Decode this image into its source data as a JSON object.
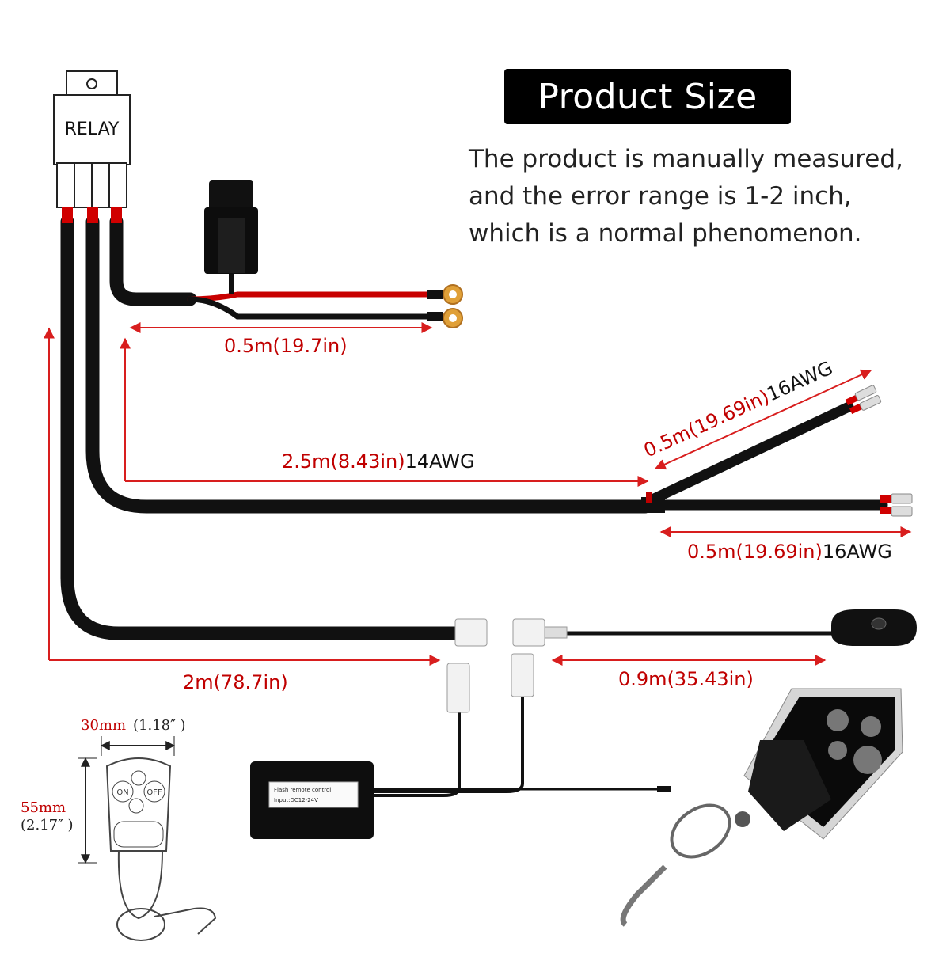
{
  "header": {
    "title": "Product Size",
    "note_lines": [
      "The product is manually measured,",
      "and the error range is 1-2 inch,",
      "which is a normal phenomenon."
    ]
  },
  "relay": {
    "label": "RELAY"
  },
  "dimensions": {
    "fuse_lead": {
      "length": "0.5m(19.7in)"
    },
    "main_lead": {
      "length": "2.5m(8.43in)",
      "gauge": "14AWG"
    },
    "branch_upper": {
      "length": "0.5m(19.69in)",
      "gauge": "16AWG"
    },
    "branch_lower": {
      "length": "0.5m(19.69in)",
      "gauge": "16AWG"
    },
    "switch_lead": {
      "length": "2m(78.7in)"
    },
    "switch_cable": {
      "length": "0.9m(35.43in)"
    }
  },
  "receiver": {
    "label_line1": "Flash remote control",
    "label_line2": "Input:DC12-24V"
  },
  "remote_drawing": {
    "width_value": "30mm",
    "width_inches": "(1.18″ )",
    "height_value": "55mm",
    "height_inches": "(2.17″ )",
    "buttons": [
      "ON",
      "OFF"
    ]
  },
  "colors": {
    "wire": "#111111",
    "dimension_line": "#d81e1e",
    "terminal": "#e0a038",
    "red_sleeve": "#d00000"
  }
}
